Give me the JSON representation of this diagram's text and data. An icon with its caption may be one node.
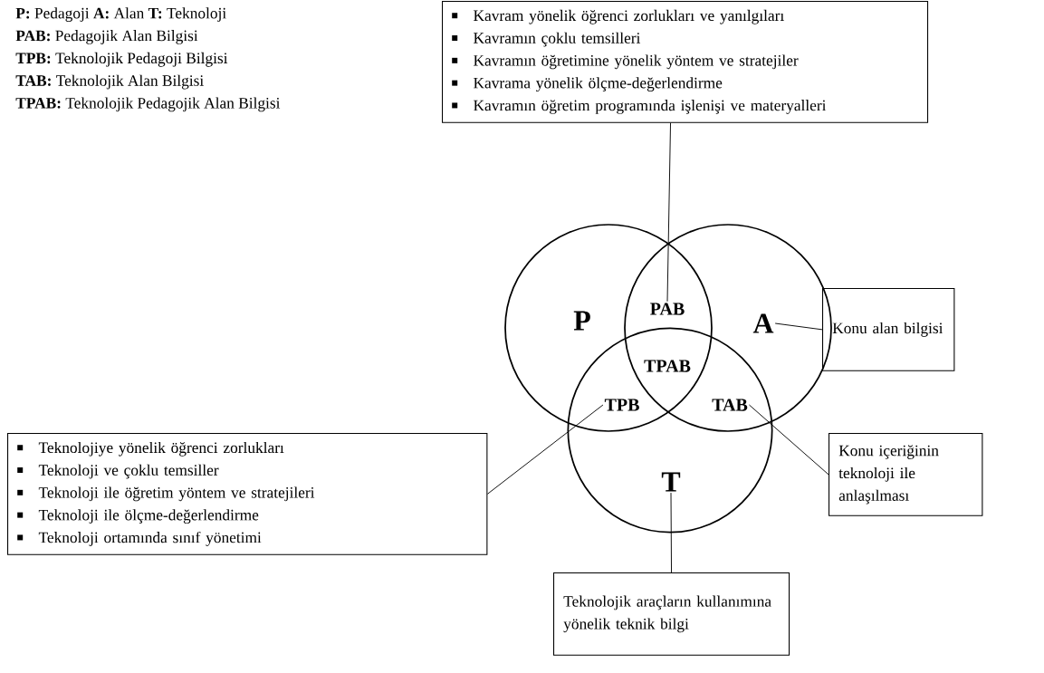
{
  "diagram": {
    "nodes": [
      {
        "text": [
          "P"
        ]
      },
      {
        "text": [
          "A"
        ]
      },
      {
        "text": [
          "T"
        ]
      },
      {
        "text": [
          "PAB"
        ]
      },
      {
        "text": [
          "TPB"
        ]
      },
      {
        "text": [
          "TAB"
        ]
      },
      {
        "text": [
          "Kavram yönelik öğrenci zorlukları ve yanılgıları",
          "Kavramın çoklu temsilleri",
          "Kavramın öğretimine yönelik yöntem ve stratejiler",
          "Kavrama yönelik ölçme-değerlendirme",
          "Kavramın öğretim programında işlenişi ve materyalleri"
        ]
      },
      {
        "text": [
          "Konu alan bilgisi"
        ]
      },
      {
        "text": [
          "Konu içeriğinin teknoloji ile anlaşılması"
        ]
      },
      {
        "text": [
          "Teknolojiye yönelik öğrenci zorlukları",
          "Teknoloji ve çoklu temsiller",
          "Teknoloji ile öğretim yöntem ve stratejileri",
          "Teknoloji ile ölçme-değerlendirme",
          "Teknoloji ortamında sınıf yönetimi"
        ]
      },
      {
        "text": [
          "Teknolojik araçların kullanımına yönelik teknik bilgi"
        ]
      }
    ],
    "edges": [
      {
        "from": 6,
        "to": 3,
        "arrow": "none"
      },
      {
        "from": 7,
        "to": 1,
        "arrow": "none"
      },
      {
        "from": 8,
        "to": 5,
        "arrow": "none"
      },
      {
        "from": 9,
        "to": 4,
        "arrow": "none"
      },
      {
        "from": 10,
        "to": 2,
        "arrow": "none"
      }
    ],
    "labels": [
      "**P:** Pedagoji **A:** Alan **T:** Teknoloji",
      "**PAB:** Pedagojik Alan Bilgisi",
      "**TPB:** Teknolojik Pedagoji Bilgisi",
      "**TAB:** Teknolojik Alan Bilgisi",
      "**TPAB:** Teknolojik Pedagojik Alan Bilgisi",
      "TPAB"
    ]
  }
}
